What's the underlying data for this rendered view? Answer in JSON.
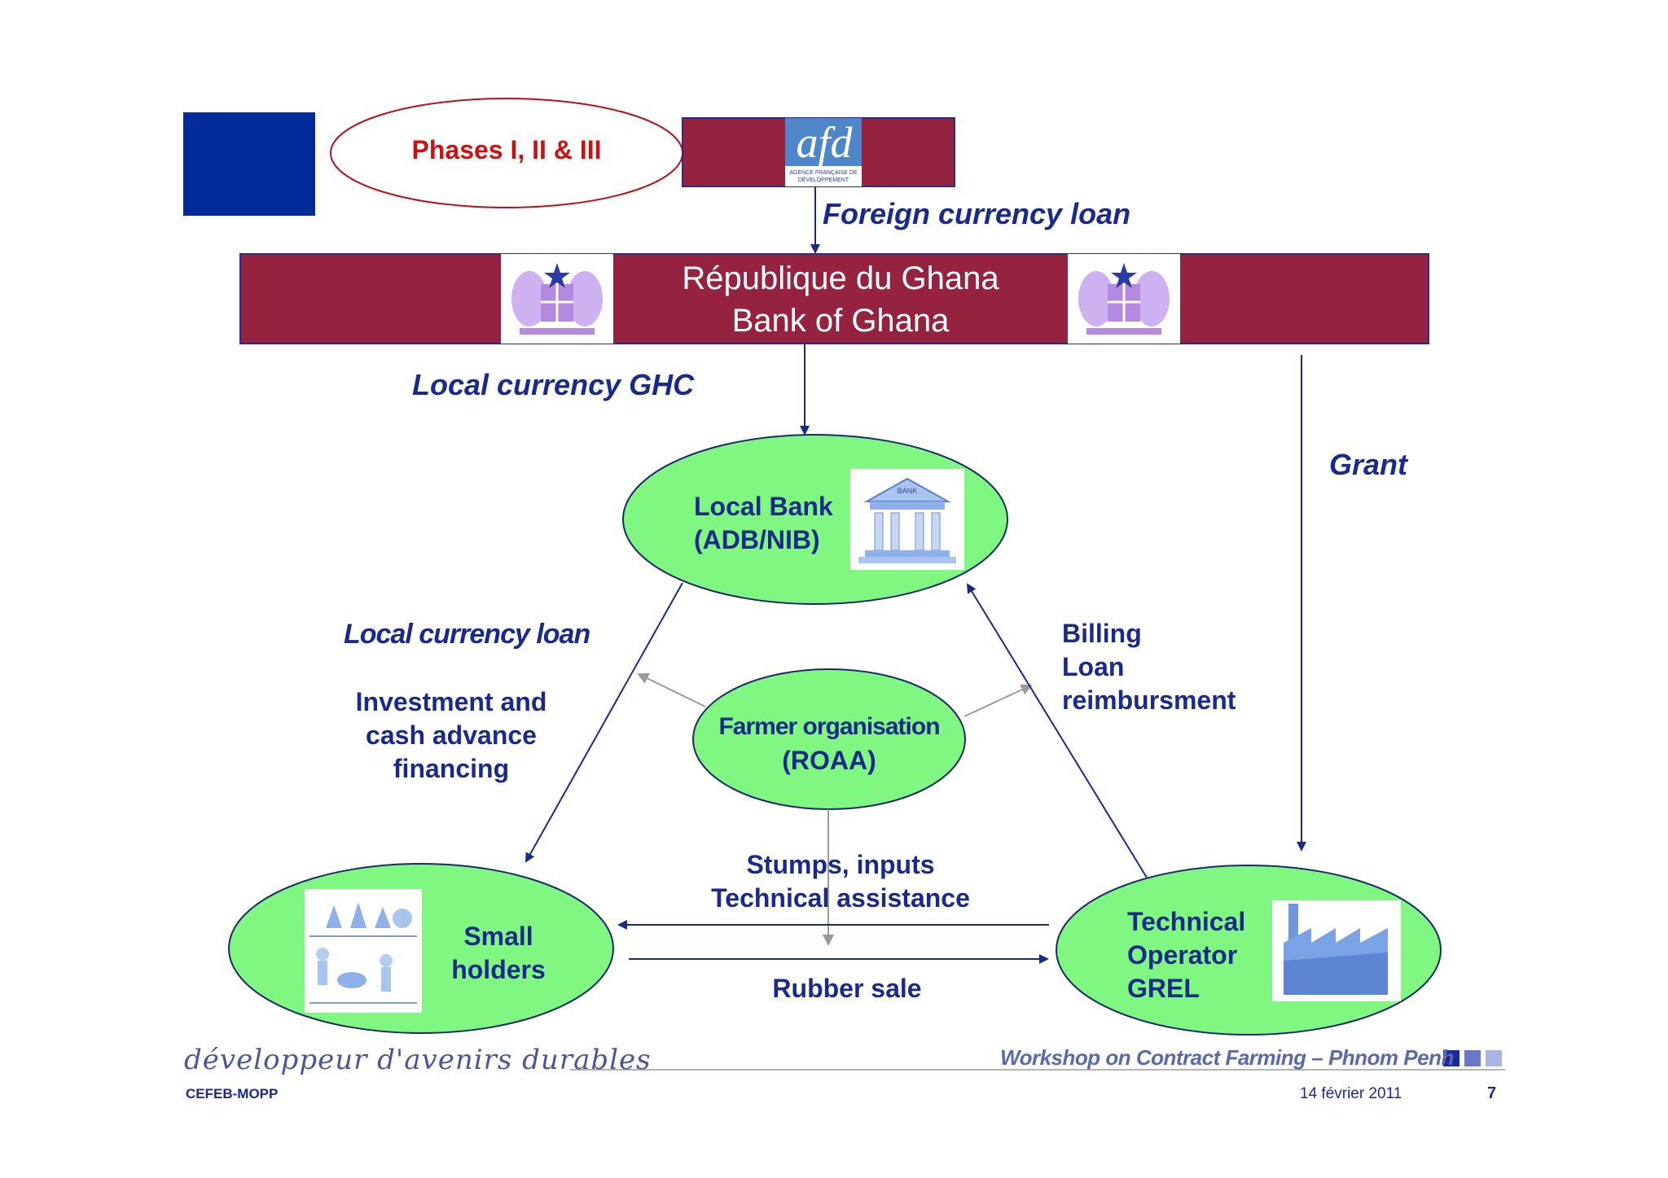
{
  "header": {
    "phases_label": "Phases I, II & III",
    "afd_logo_text": "afd",
    "afd_logo_subtext": "AGENCE FRANÇAISE DE DÉVELOPPEMENT"
  },
  "ghana_banner": {
    "line1": "République du Ghana",
    "line2": "Bank of Ghana"
  },
  "flows": {
    "foreign_loan": "Foreign currency loan",
    "local_currency": "Local currency GHC",
    "grant": "Grant",
    "local_loan": "Local currency loan",
    "investment": "Investment  and\ncash advance\nfinancing",
    "billing": "Billing\nLoan\nreimbursment",
    "stumps": "Stumps, inputs\nTechnical assistance",
    "rubber": "Rubber sale"
  },
  "nodes": {
    "local_bank": "Local Bank\n(ADB/NIB)",
    "bank_image_text": "BANK",
    "farmer_org_line1": "Farmer organisation",
    "farmer_org_line2": "(ROAA)",
    "small_holders": "Small\nholders",
    "technical_operator": "Technical\nOperator\nGREL"
  },
  "footer": {
    "slogan": "développeur d'avenirs durables",
    "org": "CEFEB-MOPP",
    "workshop": "Workshop on Contract Farming – Phnom Penh",
    "date": "14 février 2011",
    "page": "7"
  },
  "colors": {
    "navy": "#1a2a8c",
    "maroon": "#95223f",
    "green": "#80f780",
    "blue_square": "#002b99",
    "red_text": "#cc1111"
  }
}
